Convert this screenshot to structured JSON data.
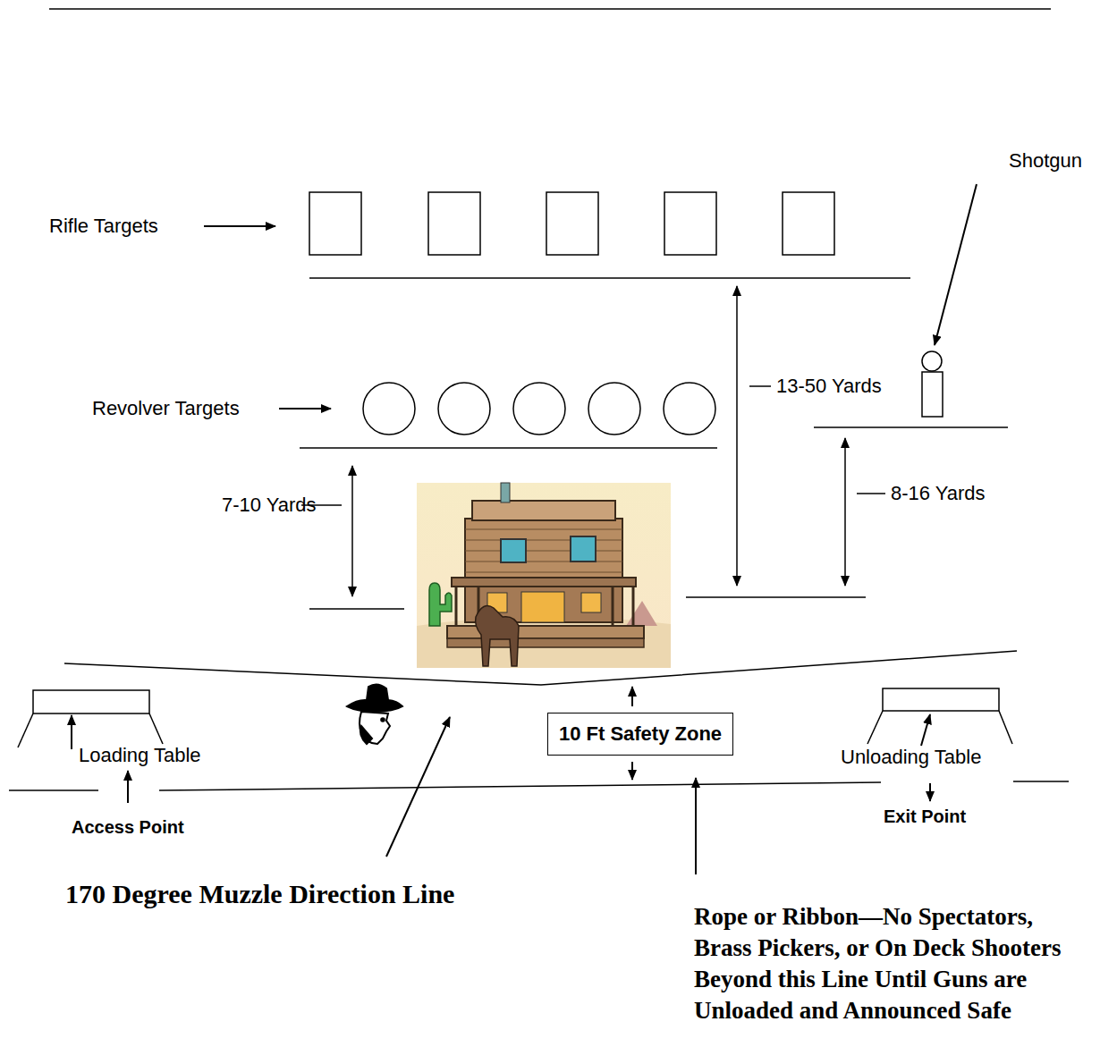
{
  "diagram": {
    "nodes": [
      {
        "text": [
          "10 Ft Safety Zone"
        ]
      }
    ],
    "labels": [
      "Rifle Targets",
      "Shotgun",
      "Revolver Targets",
      "13-50 Yards",
      "7-10 Yards",
      "8-16 Yards",
      "Loading Table",
      "Unloading Table",
      "Access Point",
      "Exit Point",
      "170 Degree Muzzle Direction Line",
      "Rope or Ribbon—No Spectators, Brass Pickers, or On Deck Shooters Beyond this Line Until Guns are Unloaded and Announced Safe"
    ]
  }
}
